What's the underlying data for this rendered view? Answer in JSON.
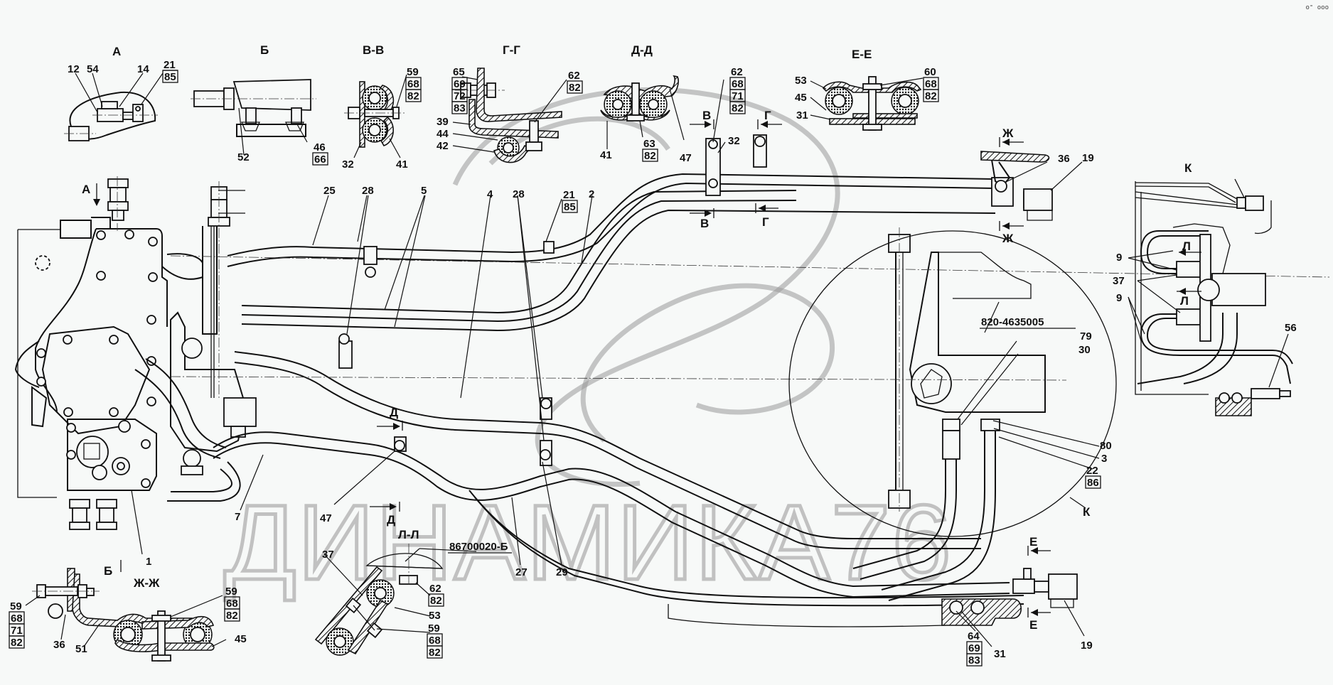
{
  "drawing": {
    "title": "Hydraulic lines layout",
    "part_number_main": "820-4635005",
    "part_number_ll": "86700020-Б"
  },
  "views": {
    "A": "А",
    "B": "Б",
    "VV": "В-В",
    "GG": "Г-Г",
    "DD": "Д-Д",
    "EE": "Е-Е",
    "ZhZh": "Ж-Ж",
    "LL": "Л-Л",
    "K": "К"
  },
  "section_markers": {
    "A": "А",
    "B": "Б",
    "V": "В",
    "G": "Г",
    "D": "Д",
    "E": "Е",
    "Zh": "Ж",
    "L": "Л",
    "K": "К"
  },
  "callouts": {
    "view_A": [
      "12",
      "54",
      "14"
    ],
    "view_A_stack": [
      "21",
      "85"
    ],
    "view_B": [
      "52"
    ],
    "view_B_stack": [
      "46",
      "66"
    ],
    "view_VV": [
      "32",
      "41"
    ],
    "view_VV_stack": [
      "59",
      "68",
      "82"
    ],
    "view_GG_stack_left": [
      "65",
      "69",
      "72",
      "83"
    ],
    "view_GG": [
      "39",
      "44",
      "42"
    ],
    "view_GG_stack_right": [
      "62",
      "82"
    ],
    "view_DD": [
      "41",
      "47"
    ],
    "view_DD_stack": [
      "63",
      "82"
    ],
    "view_EE": [
      "53",
      "45",
      "31"
    ],
    "view_EE_stack": [
      "60",
      "68",
      "82"
    ],
    "main_top": [
      "25",
      "28",
      "5",
      "4",
      "28",
      "2",
      "32",
      "36",
      "19"
    ],
    "main_top_stack_21": [
      "21",
      "85"
    ],
    "main_top_stack_62": [
      "62",
      "68",
      "71",
      "82"
    ],
    "main_right": [
      "79",
      "30",
      "80",
      "3"
    ],
    "main_right_stack": [
      "22",
      "86"
    ],
    "main_bottom": [
      "1",
      "7",
      "47",
      "27",
      "29",
      "31",
      "19"
    ],
    "main_bottom_stack": [
      "64",
      "69",
      "83"
    ],
    "view_K": [
      "9",
      "37",
      "9",
      "56"
    ],
    "view_ZhZh": [
      "36",
      "51",
      "45"
    ],
    "view_ZhZh_stack_left": [
      "59",
      "68",
      "71",
      "82"
    ],
    "view_ZhZh_stack_right": [
      "59",
      "68",
      "82"
    ],
    "view_LL": [
      "37",
      "53"
    ],
    "view_LL_stack_1": [
      "62",
      "82"
    ],
    "view_LL_stack_2": [
      "59",
      "68",
      "82"
    ]
  },
  "watermark": {
    "text": "ДИНАМИКА76"
  },
  "corner_indicator": "o⁼ ooo"
}
